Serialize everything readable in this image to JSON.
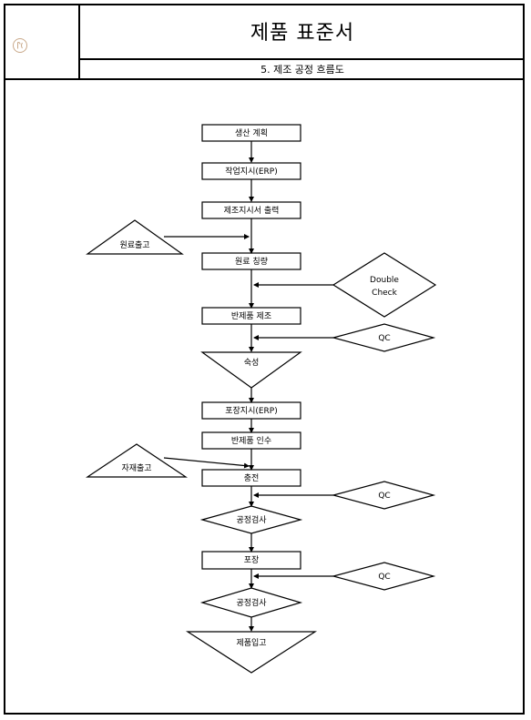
{
  "header": {
    "title": "제품 표준서",
    "subtitle": "5. 제조 공정 흐름도"
  },
  "flow": {
    "process_steps": [
      "생산 계획",
      "작업지시(ERP)",
      "제조지시서 출력",
      "원료 칭량",
      "반제품 제조",
      "숙성",
      "포장지시(ERP)",
      "반제품 인수",
      "충전",
      "공정검사",
      "포장",
      "공정검사",
      "제품입고"
    ],
    "inputs": [
      "원료출고",
      "자재출고"
    ],
    "checks": [
      "Double",
      "Check",
      "QC",
      "QC",
      "QC"
    ]
  },
  "colors": {
    "line": "#000000",
    "logo": "#c9a98a"
  }
}
